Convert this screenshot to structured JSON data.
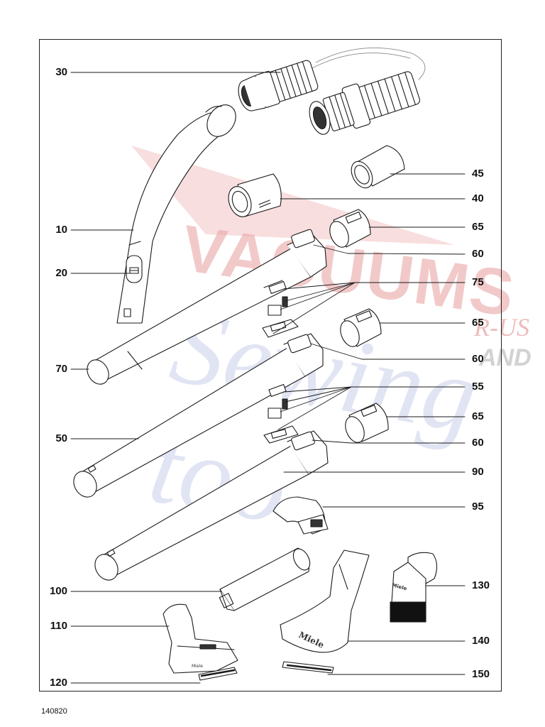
{
  "labels_left": [
    {
      "id": "30",
      "text": "30"
    },
    {
      "id": "10",
      "text": "10"
    },
    {
      "id": "20",
      "text": "20"
    },
    {
      "id": "70",
      "text": "70"
    },
    {
      "id": "50",
      "text": "50"
    },
    {
      "id": "100",
      "text": "100"
    },
    {
      "id": "110",
      "text": "110"
    },
    {
      "id": "120",
      "text": "120"
    }
  ],
  "labels_right": [
    {
      "id": "45",
      "text": "45"
    },
    {
      "id": "40",
      "text": "40"
    },
    {
      "id": "65a",
      "text": "65"
    },
    {
      "id": "60a",
      "text": "60"
    },
    {
      "id": "75",
      "text": "75"
    },
    {
      "id": "65b",
      "text": "65"
    },
    {
      "id": "60b",
      "text": "60"
    },
    {
      "id": "55",
      "text": "55"
    },
    {
      "id": "65c",
      "text": "65"
    },
    {
      "id": "60c",
      "text": "60"
    },
    {
      "id": "90",
      "text": "90"
    },
    {
      "id": "95",
      "text": "95"
    },
    {
      "id": "130",
      "text": "130"
    },
    {
      "id": "140",
      "text": "140"
    },
    {
      "id": "150",
      "text": "150"
    }
  ],
  "brand_text": "Miele",
  "document_number": "140820",
  "watermark": {
    "line1": "VACUUMS",
    "line2": "R-US",
    "line3": "AND",
    "line4": "Sewing too"
  },
  "colors": {
    "line": "#1a1a1a",
    "watermark_red": "#e8a0a0",
    "watermark_blue": "#c5cbe6",
    "watermark_gray": "#c8c8c8"
  }
}
